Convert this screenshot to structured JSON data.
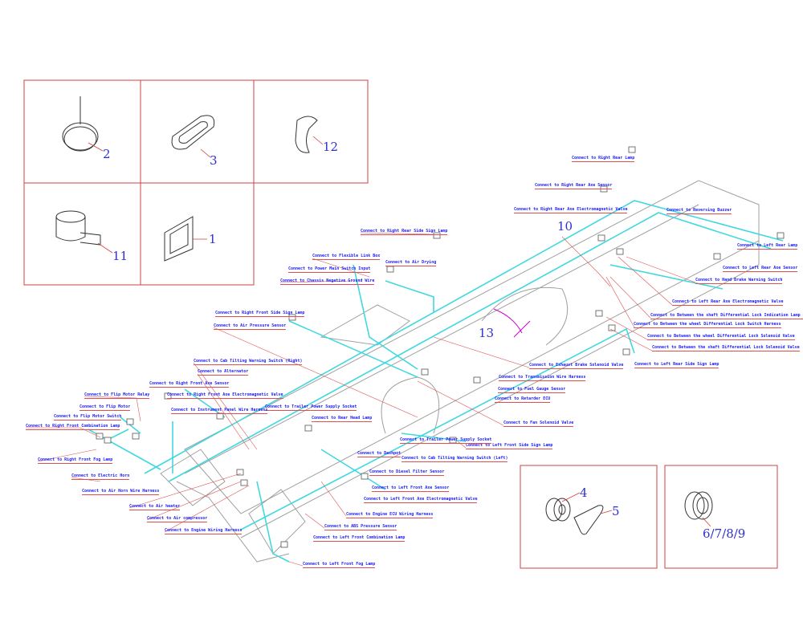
{
  "part_numbers": {
    "p2": "2",
    "p3": "3",
    "p12": "12",
    "p11": "11",
    "p1": "1",
    "p4": "4",
    "p5": "5",
    "p6789": "6/7/8/9",
    "p10": "10",
    "p13": "13"
  },
  "labels": [
    "Connect to Right Rear Lamp",
    "Connect to Right Rear Axe Sensor",
    "Connect to Right Rear Axe Electromagnetic Valve",
    "Connect to Reversing Buzzer",
    "Connect to Left Rear Lamp",
    "Connect to Left Rear Axe Sensor",
    "Connect to Hand Brake Warning Switch",
    "Connect to Left Rear Axe Electromagnetic Valve",
    "Connect to Between the shaft Differential Lock Indication Lamp Switch",
    "Connect to Between the wheel Differential Lock Switch Harness",
    "Connect to Between the wheel Differential Lock Solenoid Valve",
    "Connect to Between the shaft Differential Lock Solenoid Valve",
    "Connect to Left Rear Side Sign Lamp",
    "Connect to Exhaust Brake Solenoid Valve",
    "Connect to Transmission Wire Harness",
    "Connect to Fuel Gauge Sensor",
    "Connect to Retarder ECU",
    "Connect to Fan Solenoid Valve",
    "Connect to Left Front Side Sign Lamp",
    "Connect to Trailer Power Supply Socket",
    "Connect to Cab Tilting Warning Switch (Left)",
    "Connect to Dashpot",
    "Connect to Diesel Filter Sensor",
    "Connect to Left Front Axe Sensor",
    "Connect to Left Front Axe Electromagnetic Valve",
    "Connect to Engine ECU Wiring Harness",
    "Connect to ABS Pressure Sensor",
    "Connect to Left Front Combination Lamp",
    "Connect to Left Front Fog Lamp",
    "Connect to Trailer Power Supply Socket",
    "Connect to Rear Head Lamp",
    "Connect to Right Rear Side Sign Lamp",
    "Connect to Flexible Link Box",
    "Connect to Air Drying",
    "Connect to Power Main Switch Input",
    "Connect to Chassis Negative Ground Wire",
    "Connect to Right Front Side Sign Lamp",
    "Connect to Air Pressure Sensor",
    "Connect to Cab Tilting Warning Switch (Right)",
    "Connect to Alternator",
    "Connect to Right Front Axe Sensor",
    "Connect to Right Front Axe Electromagnetic Valve",
    "Connect to Instrument Panel Wire Harness",
    "Connect to Flip Motor Relay",
    "Connect to Flip Motor",
    "Connect to Flip Motor Switch",
    "Connect to Right Front Combination Lamp",
    "Connect to Right Front Fog Lamp",
    "Connect to Electric Horn",
    "Connect to Air Horn Wire Harness",
    "Connect to Air heater",
    "Connect to Air compressor",
    "Connect to Engine Wiring Harness"
  ],
  "colors": {
    "harness": "#40d8e0",
    "leader": "#e05050",
    "frame": "#a0a0a0",
    "text": "#1a1aff",
    "panel": "#d04040"
  }
}
